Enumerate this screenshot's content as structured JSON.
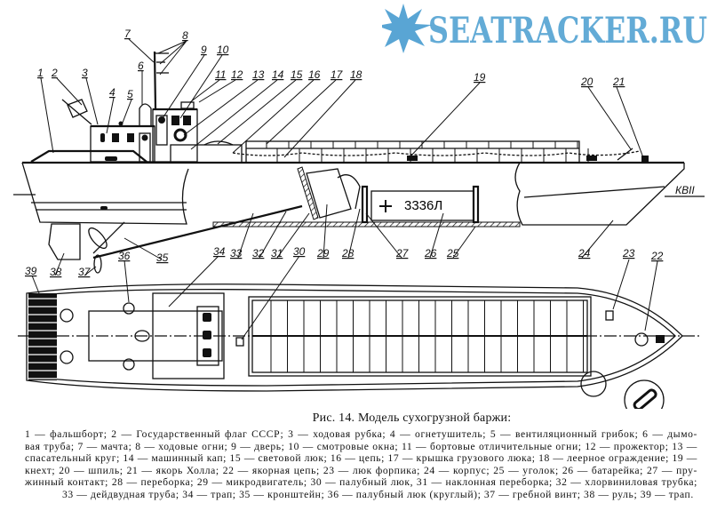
{
  "figure": {
    "hull_marking": "3336Л",
    "waterline_label": "КВII",
    "labels": {
      "1": "1",
      "2": "2",
      "3": "3",
      "4": "4",
      "5": "5",
      "6": "6",
      "7": "7",
      "8": "8",
      "9": "9",
      "10": "10",
      "11": "11",
      "12": "12",
      "13": "13",
      "14": "14",
      "15": "15",
      "16": "16",
      "17": "17",
      "18": "18",
      "19": "19",
      "20": "20",
      "21": "21",
      "22": "22",
      "23": "23",
      "24": "24",
      "25": "25",
      "26": "26",
      "27": "27",
      "28": "28",
      "29": "29",
      "30": "30",
      "31": "31",
      "32": "32",
      "33": "33",
      "34": "34",
      "35": "35",
      "36": "36",
      "37": "37",
      "38": "38",
      "39": "39"
    }
  },
  "caption": {
    "title": "Рис. 14. Модель сухогрузной баржи:",
    "lines": [
      "1 — фальшборт; 2 — Государственный флаг СССР; 3 — ходовая рубка; 4 — огнетушитель; 5 — вентиляционный грибок; 6 — дымо-",
      "вая труба; 7 — мачта; 8 — ходовые огни; 9 — дверь; 10 — смотровые окна; 11 — бортовые отличительные огни; 12 — прожектор; 13 —",
      "спасательный круг; 14 — машинный кап; 15 — световой люк; 16 — цепь; 17 — крышка грузового люка; 18 — леерное ограждение; 19 —",
      "кнехт; 20 — шпиль; 21 — якорь Холла; 22 — якорная цепь; 23 — люк форпика; 24 — корпус; 25 — уголок; 26 — батарейка; 27 — пру-",
      "жинный контакт; 28 — переборка; 29 — микродвигатель; 30 — палубный люк, 31 — наклонная переборка; 32 — хлорвиниловая трубка;",
      "33 — дейдвудная труба; 34 — трап; 35 — кронштейн; 36 — палубный люк (круглый); 37 — гребной винт; 38 — руль; 39 — трап."
    ]
  },
  "watermark": "SEATRACKER.RU"
}
